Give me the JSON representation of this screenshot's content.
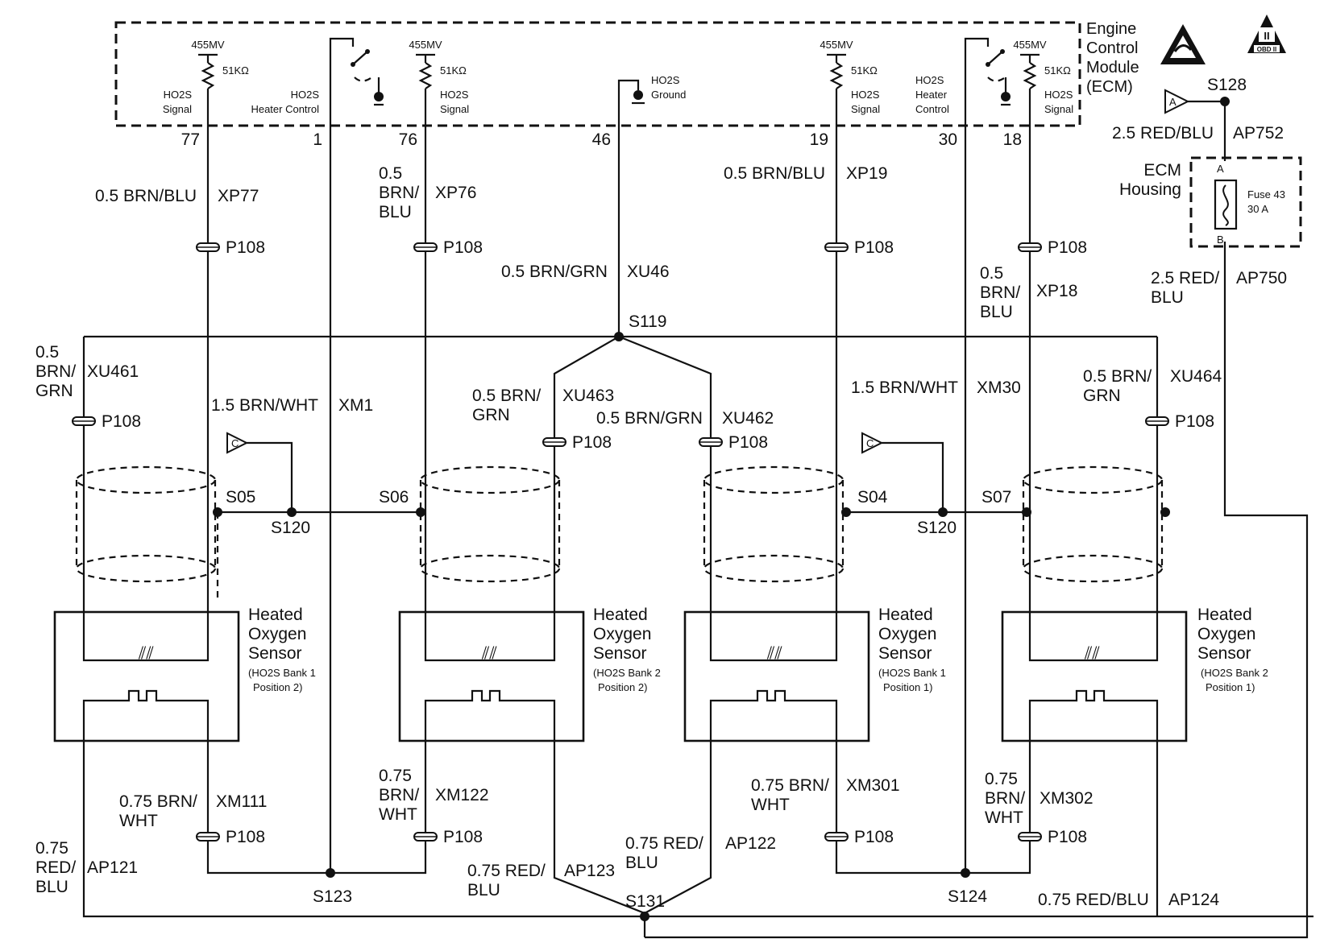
{
  "ecm": {
    "title_lines": [
      "Engine",
      "Control",
      "Module",
      "(ECM)"
    ],
    "ref_voltage": "455MV",
    "resistor": "51KΩ",
    "ho2s_signal": [
      "HO2S",
      "Signal"
    ],
    "heater_control_left": [
      "HO2S",
      "Heater Control"
    ],
    "heater_control_right": [
      "HO2S",
      "Heater",
      "Control"
    ],
    "ground": [
      "HO2S",
      "Ground"
    ],
    "pins": [
      "77",
      "1",
      "76",
      "46",
      "19",
      "30",
      "18"
    ]
  },
  "badges": {
    "obd": "OBD II"
  },
  "power": {
    "splice": "S128",
    "connector_a": "A",
    "wire_top": "2.5 RED/BLU",
    "circuit_top": "AP752",
    "housing_label": [
      "ECM",
      "Housing"
    ],
    "fuse_label": [
      "Fuse 43",
      "30 A"
    ],
    "pin_a": "A",
    "pin_b": "B",
    "wire_bottom": [
      "2.5 RED/",
      "BLU"
    ],
    "circuit_bottom": "AP750"
  },
  "wires": {
    "xp77": {
      "wire": "0.5 BRN/BLU",
      "circuit": "XP77"
    },
    "xp76": {
      "wire": [
        "0.5",
        "BRN/",
        "BLU"
      ],
      "circuit": "XP76"
    },
    "xu46": {
      "wire": "0.5 BRN/GRN",
      "circuit": "XU46"
    },
    "xp19": {
      "wire": "0.5 BRN/BLU",
      "circuit": "XP19"
    },
    "xp18": {
      "wire": [
        "0.5",
        "BRN/",
        "BLU"
      ],
      "circuit": "XP18"
    },
    "xu461": {
      "wire": [
        "0.5",
        "BRN/",
        "GRN"
      ],
      "circuit": "XU461"
    },
    "xm1": {
      "wire": "1.5 BRN/WHT",
      "circuit": "XM1"
    },
    "xu463": {
      "wire": [
        "0.5 BRN/",
        "GRN"
      ],
      "circuit": "XU463"
    },
    "xu462": {
      "wire": "0.5 BRN/GRN",
      "circuit": "XU462"
    },
    "xm30": {
      "wire": "1.5 BRN/WHT",
      "circuit": "XM30"
    },
    "xu464": {
      "wire": [
        "0.5 BRN/",
        "GRN"
      ],
      "circuit": "XU464"
    },
    "xm111": {
      "wire": [
        "0.75 BRN/",
        "WHT"
      ],
      "circuit": "XM111"
    },
    "xm122": {
      "wire": [
        "0.75",
        "BRN/",
        "WHT"
      ],
      "circuit": "XM122"
    },
    "xm301": {
      "wire": [
        "0.75 BRN/",
        "WHT"
      ],
      "circuit": "XM301"
    },
    "xm302": {
      "wire": [
        "0.75",
        "BRN/",
        "WHT"
      ],
      "circuit": "XM302"
    },
    "ap121": {
      "wire": [
        "0.75",
        "RED/",
        "BLU"
      ],
      "circuit": "AP121"
    },
    "ap123": {
      "wire": [
        "0.75 RED/",
        "BLU"
      ],
      "circuit": "AP123"
    },
    "ap122": {
      "wire": [
        "0.75 RED/",
        "BLU"
      ],
      "circuit": "AP122"
    },
    "ap124": {
      "wire": "0.75 RED/BLU",
      "circuit": "AP124"
    }
  },
  "connector": "P108",
  "splices": {
    "s119": "S119",
    "s05": "S05",
    "s06": "S06",
    "s04": "S04",
    "s07": "S07",
    "s120": "S120",
    "s123": "S123",
    "s131": "S131",
    "s124": "S124"
  },
  "ref_c": "C",
  "sensors": [
    {
      "name": [
        "Heated",
        "Oxygen",
        "Sensor"
      ],
      "sub": [
        "(HO2S Bank 1",
        "Position 2)"
      ]
    },
    {
      "name": [
        "Heated",
        "Oxygen",
        "Sensor"
      ],
      "sub": [
        "(HO2S Bank 2",
        "Position 2)"
      ]
    },
    {
      "name": [
        "Heated",
        "Oxygen",
        "Sensor"
      ],
      "sub": [
        "(HO2S Bank 1",
        "Position 1)"
      ]
    },
    {
      "name": [
        "Heated",
        "Oxygen",
        "Sensor"
      ],
      "sub": [
        "(HO2S Bank 2",
        "Position 1)"
      ]
    }
  ]
}
